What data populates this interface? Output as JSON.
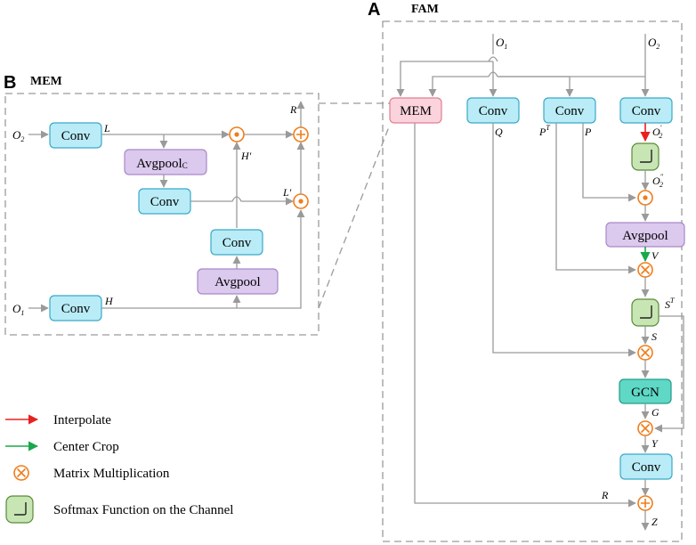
{
  "panels": {
    "a": {
      "letter": "A",
      "title": "FAM"
    },
    "b": {
      "letter": "B",
      "title": "MEM"
    }
  },
  "colors": {
    "conv_fill": "#b9ecf7",
    "conv_stroke": "#3aa9c8",
    "pool_fill": "#dcc9ee",
    "pool_stroke": "#a889c7",
    "mem_fill": "#fbd3dc",
    "mem_stroke": "#e07f93",
    "softmax_fill": "#c8e6b4",
    "softmax_stroke": "#5a8a3a",
    "gcn_fill": "#5fd8c6",
    "gcn_stroke": "#249a8a",
    "op_color": "#f07d1a",
    "interpolate": "#e82020",
    "crop": "#1aa84a",
    "line": "#9a9a9a"
  },
  "fam": {
    "input_o1": {
      "base": "O",
      "sub": "1"
    },
    "input_o2": {
      "base": "O",
      "sub": "2"
    },
    "mem_label": "MEM",
    "conv_q": "Conv",
    "conv_p": "Conv",
    "conv_o2": "Conv",
    "avgpool": "Avgpool",
    "gcn": "GCN",
    "conv_out": "Conv",
    "labels": {
      "q": "Q",
      "pt": "P",
      "pt_sup": "T",
      "p": "P",
      "o2p": "O",
      "o2p_sub": "2",
      "o2p_sup": "′",
      "o2pp": "O",
      "o2pp_sub": "2",
      "o2pp_sup": "″",
      "v": "V",
      "st": "S",
      "st_sup": "T",
      "s": "S",
      "g": "G",
      "y": "Y",
      "r": "R",
      "z": "Z"
    }
  },
  "mem": {
    "input_o2": {
      "base": "O",
      "sub": "2"
    },
    "input_o1": {
      "base": "O",
      "sub": "1"
    },
    "conv_top": "Conv",
    "avgpool_c": "Avgpool",
    "avgpool_c_sub": "C",
    "conv_mid": "Conv",
    "conv_small": "Conv",
    "avgpool": "Avgpool",
    "conv_bottom": "Conv",
    "labels": {
      "l": "L",
      "h": "H",
      "hp": "H′",
      "lp": "L′",
      "r": "R"
    }
  },
  "legend": [
    {
      "icon": "red-arrow",
      "label": "Interpolate"
    },
    {
      "icon": "green-arrow",
      "label": "Center Crop"
    },
    {
      "icon": "matrix-mult",
      "label": "Matrix Multiplication"
    },
    {
      "icon": "softmax",
      "label": "Softmax Function on the Channel"
    }
  ]
}
